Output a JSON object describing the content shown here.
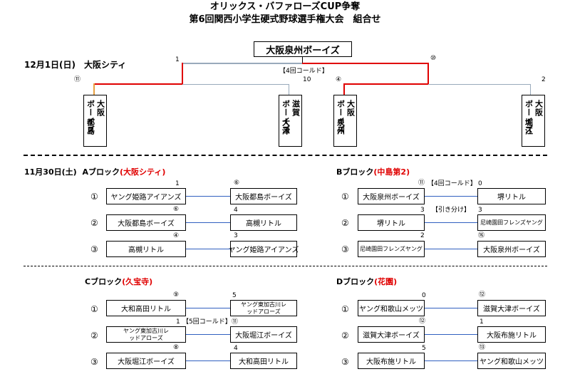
{
  "title": {
    "line1": "オリックス・バファローズCUP争奪",
    "line2": "第6回関西小学生硬式野球選手権大会　組合せ"
  },
  "final": {
    "date_venue": "12月1日(日)　大阪シティ",
    "champion": "大阪泉州ボーイズ",
    "note": "【4回コールド】",
    "teams": [
      "大阪都島ボーイズ",
      "滋賀大津ボーイズ",
      "大阪泉州ボーイズ",
      "大阪堀江ボーイズ"
    ],
    "team_cols": [
      [
        "大阪",
        "ボーイズ",
        "都島"
      ],
      [
        "滋賀",
        "ボーイズ",
        "大津"
      ],
      [
        "大阪",
        "ボーイズ",
        "泉州"
      ],
      [
        "大阪",
        "ボーイズ",
        "堀江"
      ]
    ],
    "scores": {
      "left_final": "1",
      "right_final": "⑩",
      "t1": "⑪",
      "t2": "10",
      "t3": "④",
      "t4": "2"
    }
  },
  "blockA": {
    "date": "11月30日(土)",
    "name": "Aブロック",
    "venue": "(大阪シティ)",
    "games": [
      {
        "no": "①",
        "home": "ヤング姫路アイアンズ",
        "home_score": "1",
        "away": "大阪都島ボーイズ",
        "away_score": "⑥"
      },
      {
        "no": "②",
        "home": "大阪都島ボーイズ",
        "home_score": "⑥",
        "away": "高槻リトル",
        "away_score": "4"
      },
      {
        "no": "③",
        "home": "高槻リトル",
        "home_score": "④",
        "away": "ヤング姫路アイアンズ",
        "away_score": "3"
      }
    ]
  },
  "blockB": {
    "name": "Bブロック",
    "venue": "(中島第2)",
    "games": [
      {
        "no": "①",
        "home": "大阪泉州ボーイズ",
        "home_score": "⑪",
        "away": "堺リトル",
        "away_score": "0",
        "note": "【4回コールド】"
      },
      {
        "no": "②",
        "home": "堺リトル",
        "home_score": "3",
        "away": "尼崎園田フレンズヤング",
        "away_score": "3",
        "note": "【引き分け】"
      },
      {
        "no": "③",
        "home": "尼崎園田フレンズヤング",
        "home_score": "2",
        "away": "大阪泉州ボーイズ",
        "away_score": "⑯"
      }
    ]
  },
  "blockC": {
    "name": "Cブロック",
    "venue": "(久宝寺)",
    "games": [
      {
        "no": "①",
        "home": "大和高田リトル",
        "home_score": "⑨",
        "away": "ヤング東加古川レッドアローズ",
        "away_score": "5"
      },
      {
        "no": "②",
        "home": "ヤング東加古川レッドアローズ",
        "home_score": "1",
        "away": "大阪堀江ボーイズ",
        "away_score": "⑪",
        "note": "【5回コールド】"
      },
      {
        "no": "③",
        "home": "大阪堀江ボーイズ",
        "home_score": "⑧",
        "away": "大和高田リトル",
        "away_score": "4"
      }
    ]
  },
  "blockD": {
    "name": "Dブロック",
    "venue": "(花園)",
    "games": [
      {
        "no": "①",
        "home": "ヤング和歌山メッツ",
        "home_score": "0",
        "away": "滋賀大津ボーイズ",
        "away_score": "⑫"
      },
      {
        "no": "②",
        "home": "滋賀大津ボーイズ",
        "home_score": "⑫",
        "away": "大阪布施リトル",
        "away_score": "1"
      },
      {
        "no": "③",
        "home": "大阪布施リトル",
        "home_score": "5",
        "away": "ヤング和歌山メッツ",
        "away_score": "⑬"
      }
    ]
  }
}
